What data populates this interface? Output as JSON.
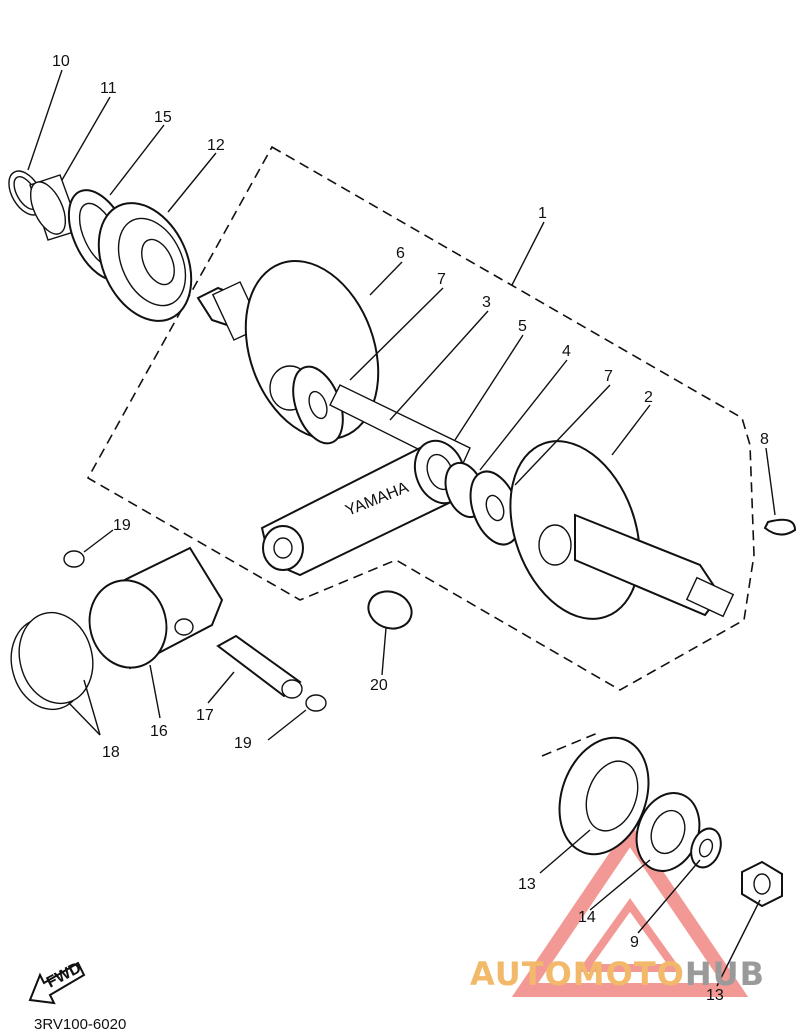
{
  "diagram": {
    "diagram_code": "3RV100-6020",
    "direction_marker": "FWD",
    "parts": [
      {
        "ref": "1"
      },
      {
        "ref": "2"
      },
      {
        "ref": "3"
      },
      {
        "ref": "4"
      },
      {
        "ref": "5"
      },
      {
        "ref": "6"
      },
      {
        "ref": "7"
      },
      {
        "ref": "7"
      },
      {
        "ref": "8"
      },
      {
        "ref": "9"
      },
      {
        "ref": "10"
      },
      {
        "ref": "11"
      },
      {
        "ref": "12"
      },
      {
        "ref": "13"
      },
      {
        "ref": "13"
      },
      {
        "ref": "14"
      },
      {
        "ref": "15"
      },
      {
        "ref": "16"
      },
      {
        "ref": "17"
      },
      {
        "ref": "18"
      },
      {
        "ref": "19"
      },
      {
        "ref": "19"
      },
      {
        "ref": "20"
      }
    ],
    "connecting_rod_text": "YAMAHA"
  },
  "watermark": {
    "text_colored": "AUTOMOTO",
    "text_gray": "HUB",
    "colors": {
      "triangle": "#e8473f",
      "accent": "#f3b96a",
      "gray": "#9a9a9a"
    }
  }
}
